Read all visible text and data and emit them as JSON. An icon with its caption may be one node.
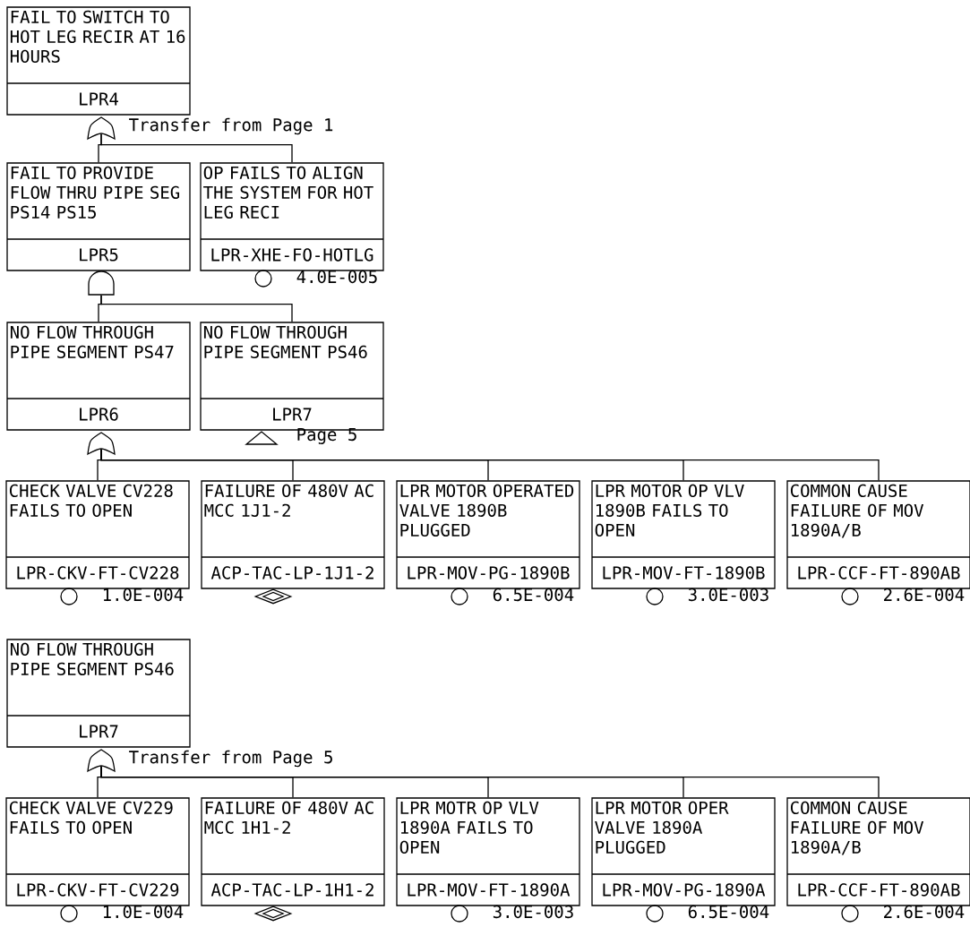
{
  "diagram": {
    "nodes": [
      {
        "text": [
          "FAIL TO SWITCH TO HOT LEG RECIR AT 16 HOURS",
          "LPR4"
        ],
        "beside": [
          "Transfer from Page 1"
        ]
      },
      {
        "text": [],
        "shape": "or-gate"
      },
      {
        "text": [
          "FAIL TO PROVIDE FLOW THRU PIPE SEG PS14 PS15",
          "LPR5"
        ]
      },
      {
        "text": [
          "OP FAILS TO ALIGN THE SYSTEM FOR HOT LEG RECI",
          "LPR-XHE-FO-HOTLG"
        ],
        "beside": [
          "4.0E-005"
        ]
      },
      {
        "text": [],
        "shape": "and-gate"
      },
      {
        "text": [],
        "shape": "circle"
      },
      {
        "text": [
          "NO FLOW THROUGH PIPE SEGMENT PS47",
          "LPR6"
        ]
      },
      {
        "text": [
          "NO FLOW THROUGH PIPE SEGMENT PS46",
          "LPR7"
        ],
        "beside": [
          "Page 5"
        ]
      },
      {
        "text": [],
        "shape": "or-gate"
      },
      {
        "text": [],
        "shape": "triangle"
      },
      {
        "text": [
          "CHECK VALVE CV228 FAILS TO OPEN",
          "LPR-CKV-FT-CV228"
        ],
        "beside": [
          "1.0E-004"
        ]
      },
      {
        "text": [
          "FAILURE OF 480V AC MCC 1J1-2",
          "ACP-TAC-LP-1J1-2"
        ]
      },
      {
        "text": [
          "LPR MOTOR OPERATED VALVE 1890B PLUGGED",
          "LPR-MOV-PG-1890B"
        ],
        "beside": [
          "6.5E-004"
        ]
      },
      {
        "text": [
          "LPR MOTOR OP VLV 1890B FAILS TO OPEN",
          "LPR-MOV-FT-1890B"
        ],
        "beside": [
          "3.0E-003"
        ]
      },
      {
        "text": [
          "COMMON CAUSE FAILURE OF MOV 1890A/B",
          "LPR-CCF-FT-890AB"
        ],
        "beside": [
          "2.6E-004"
        ]
      },
      {
        "text": [],
        "shape": "circle"
      },
      {
        "text": [],
        "shape": "diamond"
      },
      {
        "text": [],
        "shape": "circle"
      },
      {
        "text": [],
        "shape": "circle"
      },
      {
        "text": [],
        "shape": "circle"
      },
      {
        "text": [
          "NO FLOW THROUGH PIPE SEGMENT PS46",
          "LPR7"
        ],
        "beside": [
          "Transfer from Page 5"
        ]
      },
      {
        "text": [],
        "shape": "or-gate"
      },
      {
        "text": [
          "CHECK VALVE CV229 FAILS TO OPEN",
          "LPR-CKV-FT-CV229"
        ],
        "beside": [
          "1.0E-004"
        ]
      },
      {
        "text": [
          "FAILURE OF 480V AC MCC 1H1-2",
          "ACP-TAC-LP-1H1-2"
        ]
      },
      {
        "text": [
          "LPR MOTR OP VLV 1890A FAILS TO OPEN",
          "LPR-MOV-FT-1890A"
        ],
        "beside": [
          "3.0E-003"
        ]
      },
      {
        "text": [
          "LPR MOTOR OPER VALVE 1890A PLUGGED",
          "LPR-MOV-PG-1890A"
        ],
        "beside": [
          "6.5E-004"
        ]
      },
      {
        "text": [
          "COMMON CAUSE FAILURE OF MOV 1890A/B",
          "LPR-CCF-FT-890AB"
        ],
        "beside": [
          "2.6E-004"
        ]
      },
      {
        "text": [],
        "shape": "circle"
      },
      {
        "text": [],
        "shape": "diamond"
      },
      {
        "text": [],
        "shape": "circle"
      },
      {
        "text": [],
        "shape": "circle"
      },
      {
        "text": [],
        "shape": "circle"
      }
    ],
    "edges": [
      {
        "from": 1,
        "to": 2,
        "arrow": "none"
      },
      {
        "from": 1,
        "to": 3,
        "arrow": "none"
      },
      {
        "from": 4,
        "to": 6,
        "arrow": "none"
      },
      {
        "from": 4,
        "to": 7,
        "arrow": "none"
      },
      {
        "from": 8,
        "to": 10,
        "arrow": "none"
      },
      {
        "from": 8,
        "to": 11,
        "arrow": "none"
      },
      {
        "from": 8,
        "to": 12,
        "arrow": "none"
      },
      {
        "from": 8,
        "to": 13,
        "arrow": "none"
      },
      {
        "from": 8,
        "to": 14,
        "arrow": "none"
      },
      {
        "from": 21,
        "to": 22,
        "arrow": "none"
      },
      {
        "from": 21,
        "to": 23,
        "arrow": "none"
      },
      {
        "from": 21,
        "to": 24,
        "arrow": "none"
      },
      {
        "from": 21,
        "to": 25,
        "arrow": "none"
      },
      {
        "from": 21,
        "to": 26,
        "arrow": "none"
      }
    ]
  }
}
